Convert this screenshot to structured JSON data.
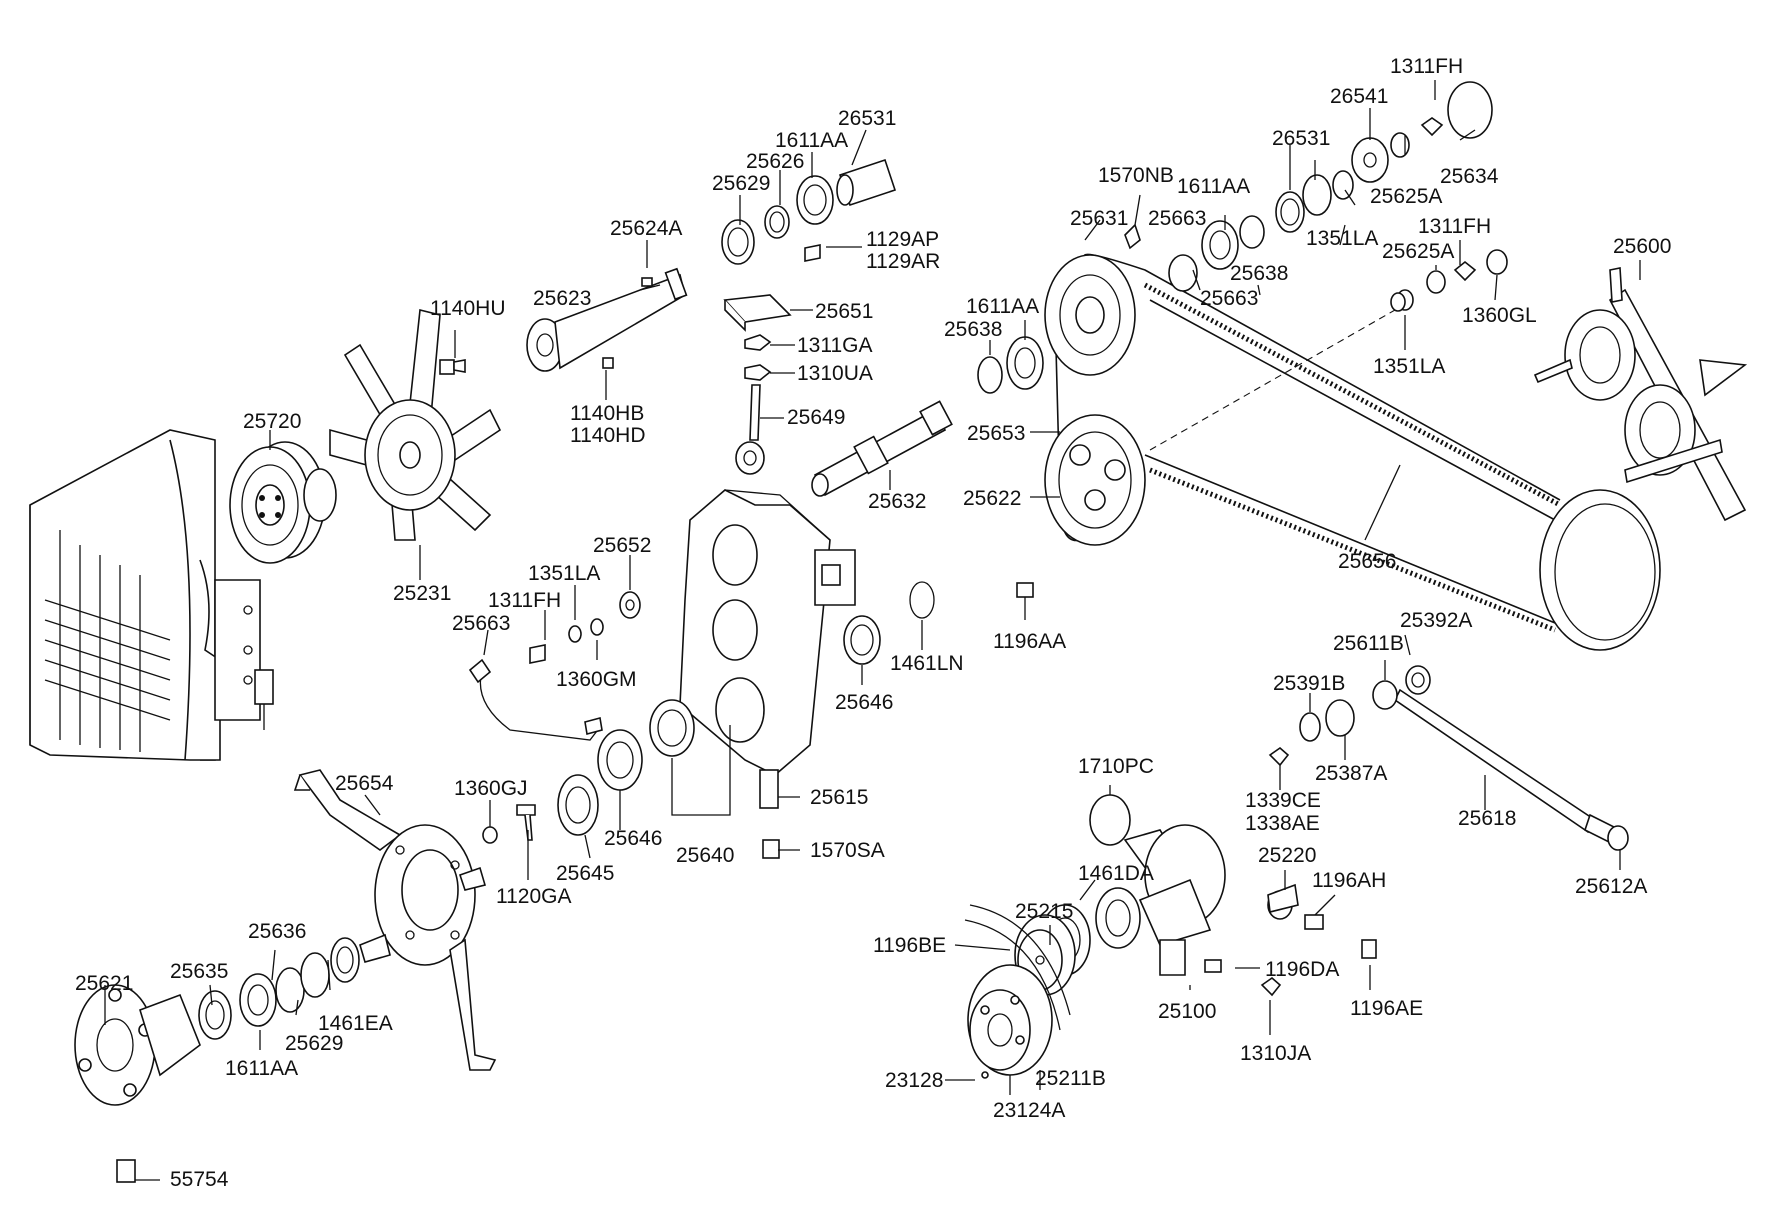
{
  "labels": {
    "l_1311FH_a": "1311FH",
    "l_26541": "26541",
    "l_26531_a": "26531",
    "l_1611AA_a": "1611AA",
    "l_25626": "25626",
    "l_25629_a": "25629",
    "l_25624A": "25624A",
    "l_1129AP": "1129AP",
    "l_1129AR": "1129AR",
    "l_25651": "25651",
    "l_1311GA": "1311GA",
    "l_1310UA": "1310UA",
    "l_25649": "25649",
    "l_25623": "25623",
    "l_1140HU": "1140HU",
    "l_1140HB": "1140HB",
    "l_1140HD": "1140HD",
    "l_25720": "25720",
    "l_25231": "25231",
    "l_25632": "25632",
    "l_25652": "25652",
    "l_1351LA_a": "1351LA",
    "l_1311FH_b": "1311FH",
    "l_25663_a": "25663",
    "l_1360GM": "1360GM",
    "l_1461LN": "1461LN",
    "l_25646_a": "25646",
    "l_25646_b": "25646",
    "l_25640": "25640",
    "l_25615": "25615",
    "l_1570SA": "1570SA",
    "l_25654": "25654",
    "l_1360GJ": "1360GJ",
    "l_1120GA": "1120GA",
    "l_25645": "25645",
    "l_25636": "25636",
    "l_25635": "25635",
    "l_25621": "25621",
    "l_1461EA": "1461EA",
    "l_25629_b": "25629",
    "l_1611AA_b": "1611AA",
    "l_55754": "55754",
    "l_1570NB": "1570NB",
    "l_1611AA_c": "1611AA",
    "l_26531_b": "26531",
    "l_25625A_a": "25625A",
    "l_25634": "25634",
    "l_25631": "25631",
    "l_25663_b": "25663",
    "l_25638_a": "25638",
    "l_25663_c": "25663",
    "l_1351LA_b": "1351LA",
    "l_1311FH_c": "1311FH",
    "l_25625A_b": "25625A",
    "l_1360GL": "1360GL",
    "l_1351LA_c": "1351LA",
    "l_25600": "25600",
    "l_1611AA_d": "1611AA",
    "l_25638_b": "25638",
    "l_25653": "25653",
    "l_25622": "25622",
    "l_25656": "25656",
    "l_1196AA": "1196AA",
    "l_25392A": "25392A",
    "l_25611B": "25611B",
    "l_25391B": "25391B",
    "l_25387A": "25387A",
    "l_1339CE": "1339CE",
    "l_1338AE": "1338AE",
    "l_25618": "25618",
    "l_25612A": "25612A",
    "l_1710PC": "1710PC",
    "l_25220": "25220",
    "l_1196AH": "1196AH",
    "l_1461DA": "1461DA",
    "l_25215": "25215",
    "l_1196BE": "1196BE",
    "l_1196DA": "1196DA",
    "l_25100": "25100",
    "l_1196AE": "1196AE",
    "l_1310JA": "1310JA",
    "l_25211B": "25211B",
    "l_23128": "23128",
    "l_23124A": "23124A"
  }
}
